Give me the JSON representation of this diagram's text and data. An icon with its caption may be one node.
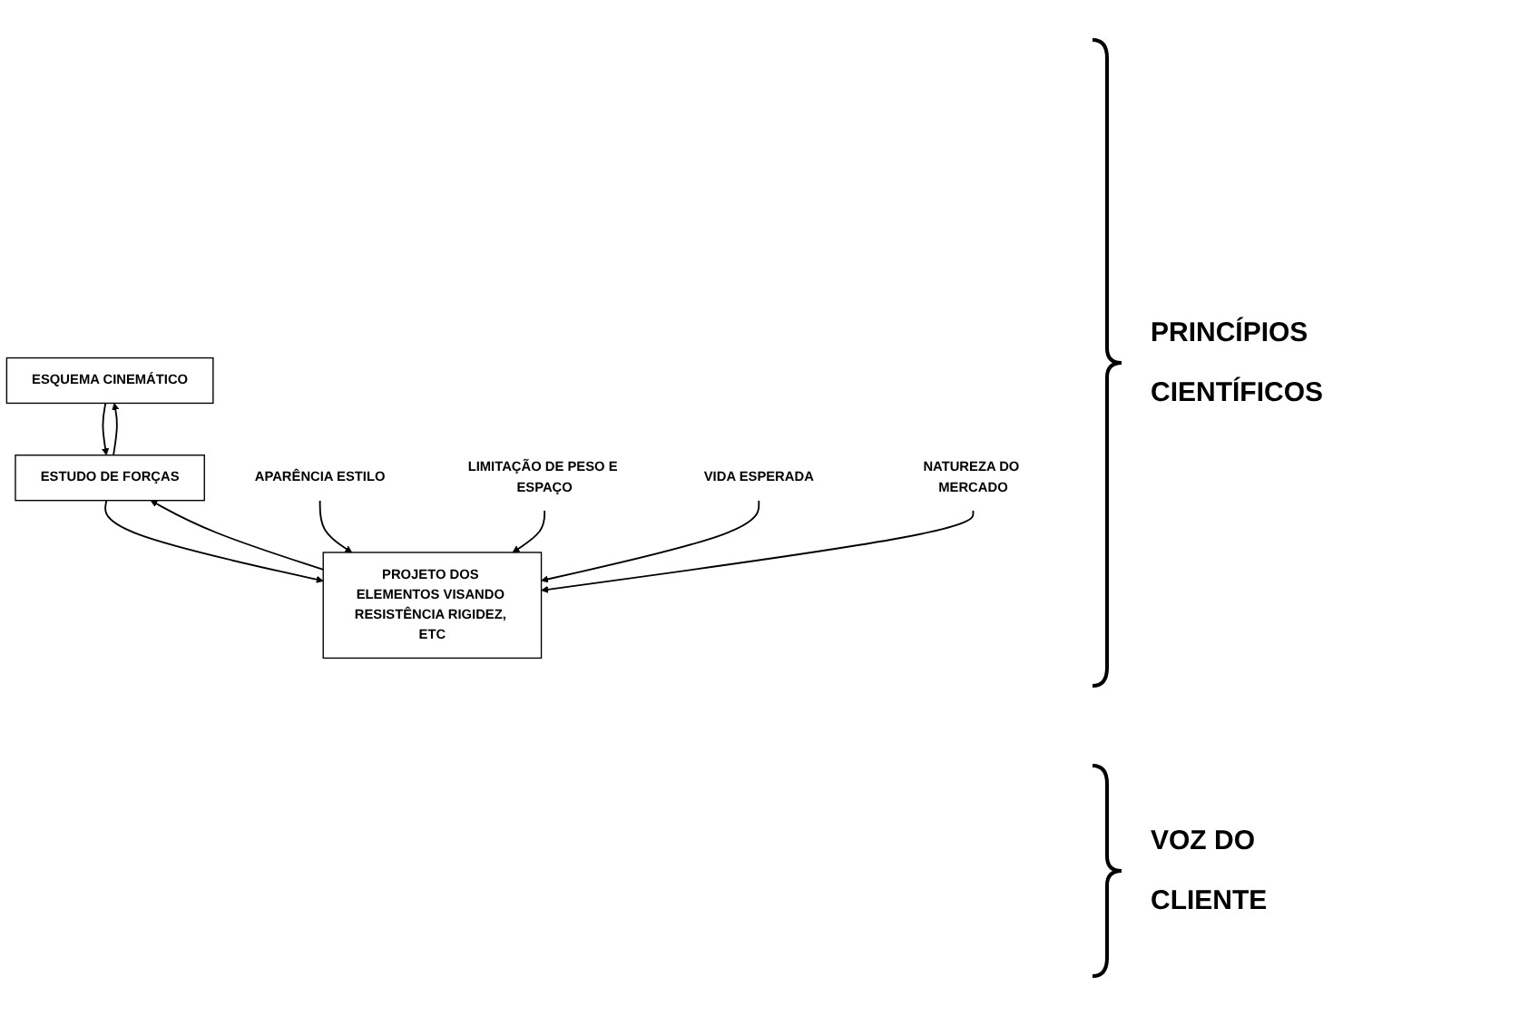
{
  "diagram": {
    "nodes": [
      {
        "text": [
          "ESQUEMA CINEMÁTICO"
        ]
      },
      {
        "text": [
          "ESTUDO DE FORÇAS"
        ]
      },
      {
        "text": [
          "PROJETO DOS ELEMENTOS VISANDO RESISTÊNCIA RIGIDEZ, ETC"
        ]
      },
      {
        "text": [
          "APARÊNCIA ESTILO"
        ]
      },
      {
        "text": [
          "LIMITAÇÃO DE PESO E ESPAÇO"
        ]
      },
      {
        "text": [
          "VIDA ESPERADA"
        ]
      },
      {
        "text": [
          "NATUREZA DO MERCADO"
        ]
      }
    ],
    "edges": [
      {
        "from": 0,
        "to": 1,
        "arrow": "to"
      },
      {
        "from": 1,
        "to": 0,
        "arrow": "to"
      },
      {
        "from": 1,
        "to": 2,
        "arrow": "to"
      },
      {
        "from": 2,
        "to": 1,
        "arrow": "to"
      },
      {
        "from": 3,
        "to": 2,
        "arrow": "to"
      },
      {
        "from": 4,
        "to": 2,
        "arrow": "to"
      },
      {
        "from": 5,
        "to": 2,
        "arrow": "to"
      },
      {
        "from": 6,
        "to": 2,
        "arrow": "to"
      }
    ],
    "labels": [
      "PRINCÍPIOS CIENTÍFICOS",
      "VOZ DO CLIENTE"
    ]
  }
}
